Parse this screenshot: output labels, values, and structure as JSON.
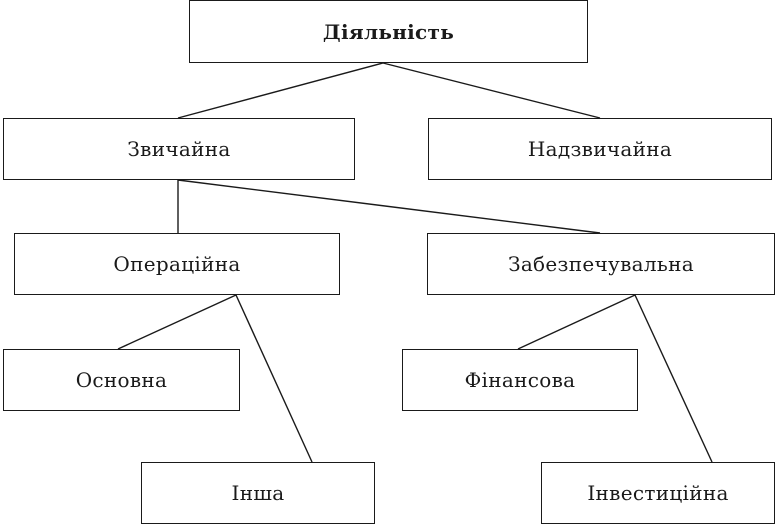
{
  "diagram": {
    "nodes": {
      "root": "Діяльність",
      "ordinary": "Звичайна",
      "extraordinary": "Надзвичайна",
      "operational": "Операційна",
      "supporting": "Забезпечувальна",
      "main": "Основна",
      "other": "Інша",
      "financial": "Фінансова",
      "investment": "Інвестиційна"
    },
    "edges": [
      [
        "root",
        "ordinary"
      ],
      [
        "root",
        "extraordinary"
      ],
      [
        "ordinary",
        "operational"
      ],
      [
        "ordinary",
        "supporting"
      ],
      [
        "operational",
        "main"
      ],
      [
        "operational",
        "other"
      ],
      [
        "supporting",
        "financial"
      ],
      [
        "supporting",
        "investment"
      ]
    ],
    "colors": {
      "stroke": "#1a1a1a",
      "background": "#ffffff"
    }
  }
}
